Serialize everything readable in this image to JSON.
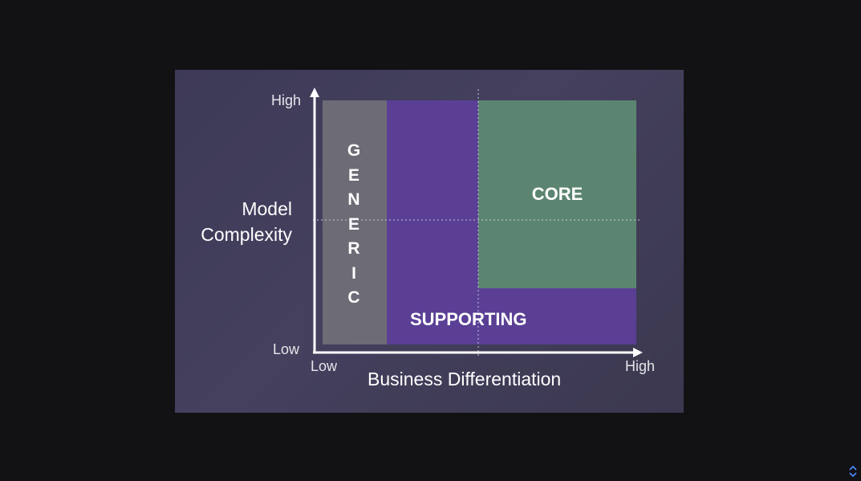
{
  "diagram": {
    "y_axis": {
      "label_line1": "Model",
      "label_line2": "Complexity",
      "high": "High",
      "low": "Low"
    },
    "x_axis": {
      "label": "Business Differentiation",
      "low": "Low",
      "high": "High"
    },
    "regions": {
      "generic": {
        "letters": [
          "G",
          "E",
          "N",
          "E",
          "R",
          "I",
          "C"
        ],
        "color": "#6d6b75"
      },
      "supporting": {
        "label": "SUPPORTING",
        "color": "#5a3f95"
      },
      "core": {
        "label": "CORE",
        "color": "#5c8571"
      }
    },
    "background_color": "#3f3c5a"
  },
  "controls": {
    "scroll_icon": "scroll-up-down-icon"
  }
}
